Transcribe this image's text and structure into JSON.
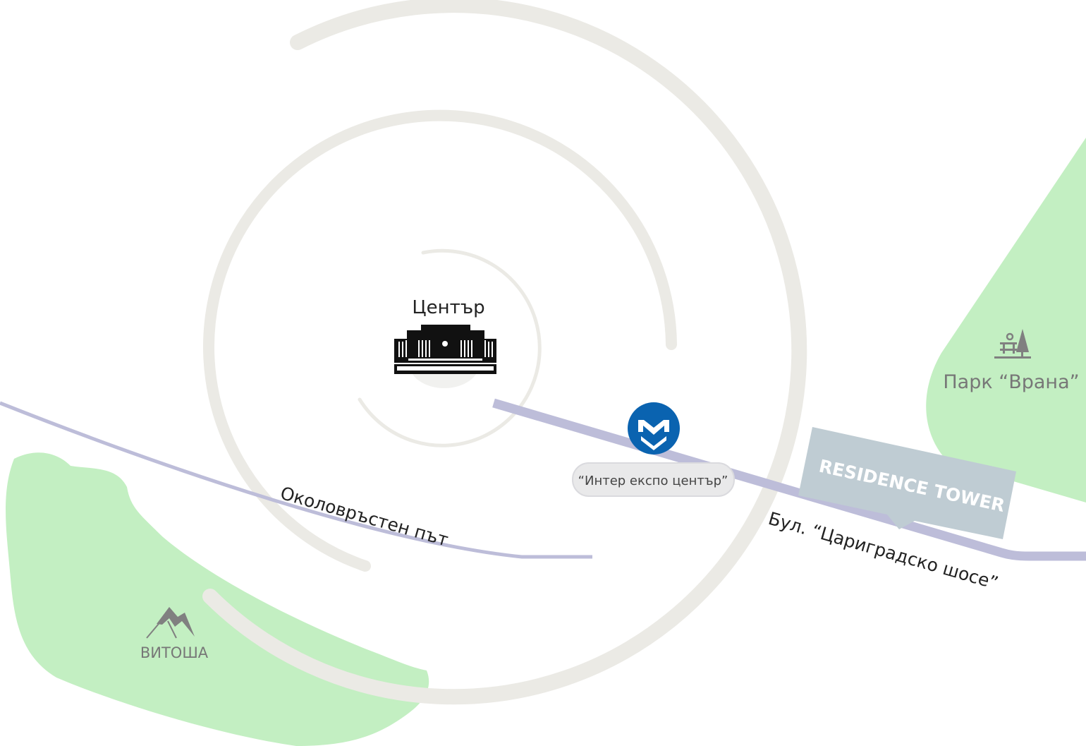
{
  "center": {
    "label": "Център",
    "icon": "ndk-building-icon"
  },
  "metro": {
    "icon": "metro-icon",
    "station_label": "“Интер експо център”",
    "color": "#0a63b0"
  },
  "roads": {
    "ring_road": "Околовръстен път",
    "tsarigradsko": "Бул. “Цариградско шосе”",
    "color": "#bdbdd9"
  },
  "residence": {
    "label": "RESIDENCE TOWER",
    "color": "#bfccd3"
  },
  "park": {
    "label": "Парк “Врана”",
    "icon": "park-bench-tree-icon",
    "color": "#c3efc2"
  },
  "mountain": {
    "label": "ВИТОША",
    "icon": "mountain-icon"
  },
  "rings_color": "#ebeae5"
}
